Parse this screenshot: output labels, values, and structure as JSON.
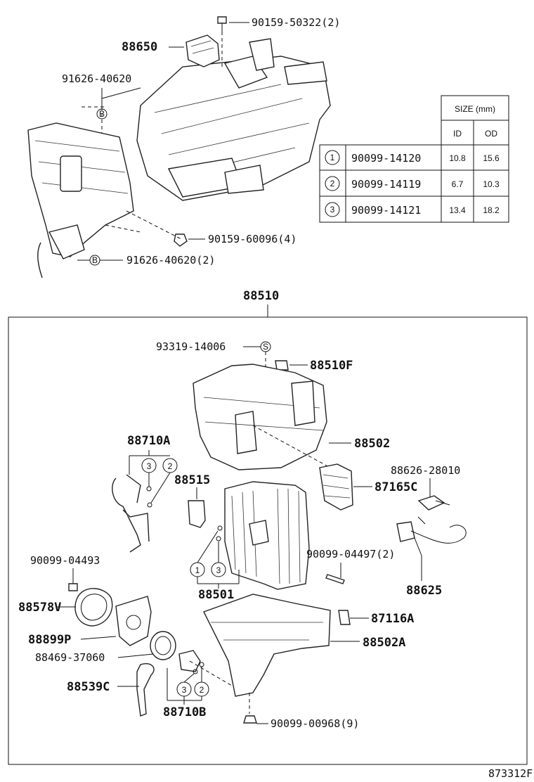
{
  "labels": {
    "p90159_50322": "90159-50322(2)",
    "p88650": "88650",
    "p91626_40620_top": "91626-40620",
    "p90159_60096": "90159-60096(4)",
    "p91626_40620_2": "91626-40620(2)",
    "p88510": "88510",
    "p93319_14006": "93319-14006",
    "p88510F": "88510F",
    "p88502": "88502",
    "p88710A": "88710A",
    "p88515": "88515",
    "p88626_28010": "88626-28010",
    "p87165C": "87165C",
    "p90099_04493": "90099-04493",
    "p90099_04497": "90099-04497(2)",
    "p88501": "88501",
    "p88625": "88625",
    "p88578V": "88578V",
    "p87116A": "87116A",
    "p88899P": "88899P",
    "p88502A": "88502A",
    "p88469_37060": "88469-37060",
    "p88539C": "88539C",
    "p88710B": "88710B",
    "p90099_00968": "90099-00968(9)",
    "footer_code": "873312F"
  },
  "callouts": {
    "B": "B",
    "S": "S",
    "one": "1",
    "two": "2",
    "three": "3"
  },
  "size_table": {
    "header_size": "SIZE (mm)",
    "header_id": "ID",
    "header_od": "OD",
    "rows": [
      {
        "no": "1",
        "part": "90099-14120",
        "id": "10.8",
        "od": "15.6"
      },
      {
        "no": "2",
        "part": "90099-14119",
        "id": "6.7",
        "od": "10.3"
      },
      {
        "no": "3",
        "part": "90099-14121",
        "id": "13.4",
        "od": "18.2"
      }
    ]
  }
}
